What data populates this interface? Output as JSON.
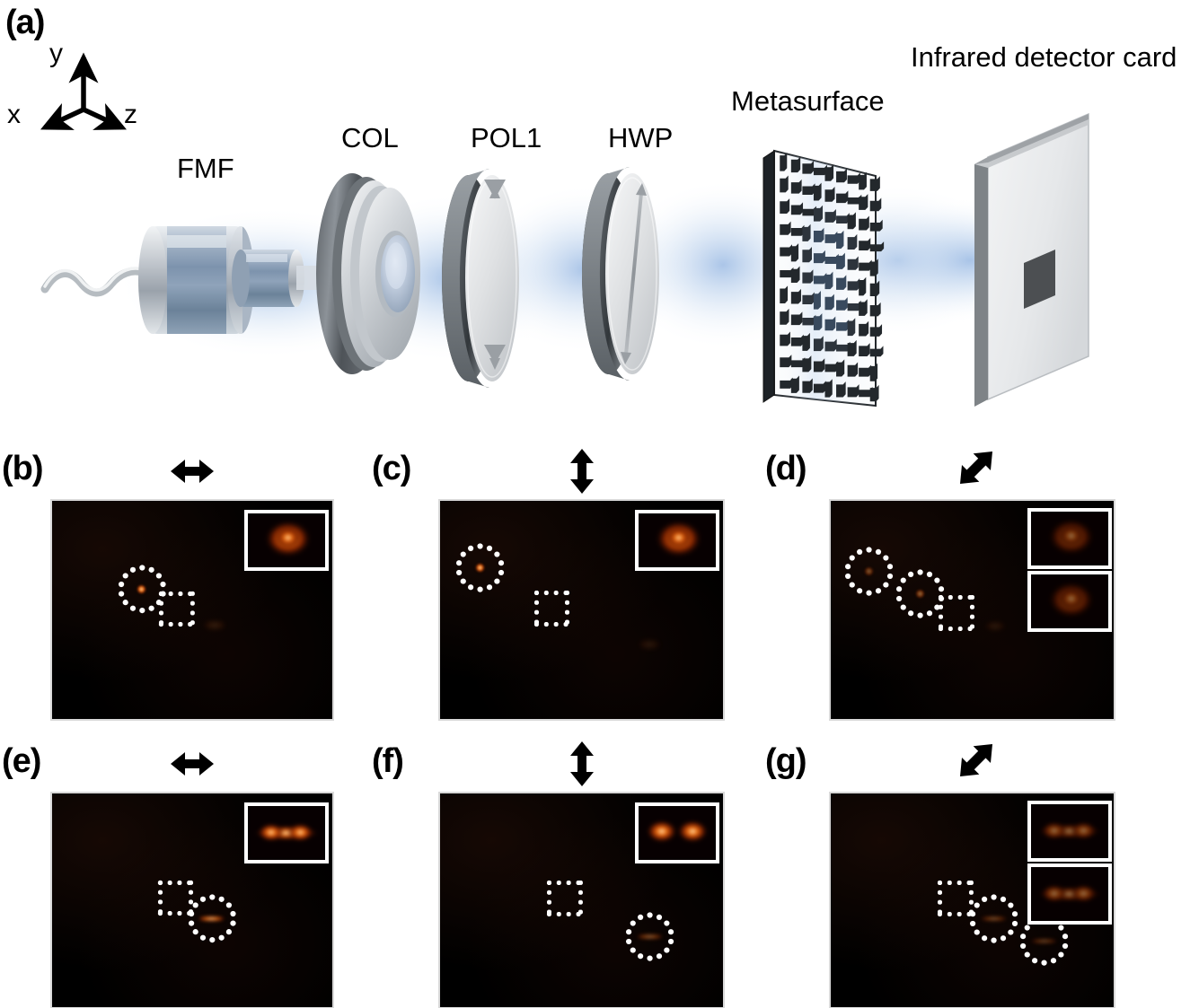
{
  "figure": {
    "type": "optical-setup-and-beam-profile-figure",
    "background": "#ffffff"
  },
  "panel_a": {
    "letter": "(a)",
    "axes": {
      "x_label": "x",
      "y_label": "y",
      "z_label": "z",
      "description": "3D coordinate triad, y up, x lower-left, z lower-right"
    },
    "components": [
      {
        "id": "fmf",
        "label": "FMF",
        "name": "few-mode-fiber"
      },
      {
        "id": "col",
        "label": "COL",
        "name": "collimator"
      },
      {
        "id": "pol1",
        "label": "POL1",
        "name": "polarizer"
      },
      {
        "id": "hwp",
        "label": "HWP",
        "name": "half-wave-plate"
      },
      {
        "id": "metasurface",
        "label": "Metasurface",
        "name": "metasurface"
      },
      {
        "id": "detector",
        "label": "Infrared detector card",
        "name": "infrared-detector-card"
      }
    ],
    "beam_color": "#bcd3ee"
  },
  "measurements": {
    "panels": [
      {
        "letter": "(b)",
        "polarization": "horizontal",
        "polarization_symbol": "↔",
        "insets": 1,
        "spots": [
          {
            "x_pct": 32.0,
            "y_pct": 40.5,
            "size": 9,
            "intensity": 1.0,
            "shape": "round"
          },
          {
            "x_pct": 58.0,
            "y_pct": 57.0,
            "size": 22,
            "intensity": 0.16,
            "shape": "oval"
          }
        ],
        "circles": [
          {
            "x_pct": 32.0,
            "y_pct": 40.5,
            "d_pct": 17.5
          }
        ],
        "squares": [
          {
            "x_pct": 44.5,
            "y_pct": 49.5,
            "d_pct": 14.5
          }
        ],
        "inset_pattern": "single-round-lobe"
      },
      {
        "letter": "(c)",
        "polarization": "vertical",
        "polarization_symbol": "↕",
        "insets": 1,
        "spots": [
          {
            "x_pct": 14.0,
            "y_pct": 30.5,
            "size": 9,
            "intensity": 1.0,
            "shape": "round"
          },
          {
            "x_pct": 74.0,
            "y_pct": 66.0,
            "size": 22,
            "intensity": 0.12,
            "shape": "oval"
          }
        ],
        "circles": [
          {
            "x_pct": 14.0,
            "y_pct": 30.5,
            "d_pct": 17.5
          }
        ],
        "squares": [
          {
            "x_pct": 39.5,
            "y_pct": 49.5,
            "d_pct": 14.5
          }
        ],
        "inset_pattern": "single-round-lobe"
      },
      {
        "letter": "(d)",
        "polarization": "diagonal",
        "polarization_symbol": "⤢",
        "insets": 2,
        "spots": [
          {
            "x_pct": 13.5,
            "y_pct": 32.5,
            "size": 9,
            "intensity": 0.42,
            "shape": "round"
          },
          {
            "x_pct": 31.5,
            "y_pct": 42.5,
            "size": 9,
            "intensity": 0.5,
            "shape": "round"
          },
          {
            "x_pct": 58.0,
            "y_pct": 57.5,
            "size": 20,
            "intensity": 0.12,
            "shape": "oval"
          }
        ],
        "circles": [
          {
            "x_pct": 13.5,
            "y_pct": 32.5,
            "d_pct": 17.5
          },
          {
            "x_pct": 31.5,
            "y_pct": 42.5,
            "d_pct": 17.5
          }
        ],
        "squares": [
          {
            "x_pct": 44.5,
            "y_pct": 51.5,
            "d_pct": 14.5
          }
        ],
        "inset_pattern": "single-round-lobe-dim"
      },
      {
        "letter": "(e)",
        "polarization": "horizontal",
        "polarization_symbol": "↔",
        "insets": 1,
        "spots": [
          {
            "x_pct": 57.0,
            "y_pct": 58.5,
            "size": 16,
            "intensity": 1.0,
            "shape": "bar-h"
          }
        ],
        "circles": [
          {
            "x_pct": 57.0,
            "y_pct": 58.5,
            "d_pct": 17.5
          }
        ],
        "squares": [
          {
            "x_pct": 44.0,
            "y_pct": 49.0,
            "d_pct": 14.5
          }
        ],
        "inset_pattern": "horizontal-two-lobe"
      },
      {
        "letter": "(f)",
        "polarization": "vertical",
        "polarization_symbol": "↕",
        "insets": 1,
        "spots": [
          {
            "x_pct": 74.0,
            "y_pct": 67.0,
            "size": 16,
            "intensity": 0.55,
            "shape": "bar-h"
          }
        ],
        "circles": [
          {
            "x_pct": 74.0,
            "y_pct": 67.0,
            "d_pct": 17.5
          }
        ],
        "squares": [
          {
            "x_pct": 44.0,
            "y_pct": 49.0,
            "d_pct": 14.5
          }
        ],
        "inset_pattern": "horizontal-two-lobe-split"
      },
      {
        "letter": "(g)",
        "polarization": "diagonal",
        "polarization_symbol": "⤢",
        "insets": 2,
        "spots": [
          {
            "x_pct": 57.5,
            "y_pct": 58.5,
            "size": 16,
            "intensity": 0.45,
            "shape": "bar-h"
          },
          {
            "x_pct": 75.5,
            "y_pct": 69.0,
            "size": 16,
            "intensity": 0.38,
            "shape": "bar-h"
          }
        ],
        "circles": [
          {
            "x_pct": 57.5,
            "y_pct": 58.5,
            "d_pct": 17.5
          },
          {
            "x_pct": 75.5,
            "y_pct": 69.0,
            "d_pct": 17.5
          }
        ],
        "squares": [
          {
            "x_pct": 44.0,
            "y_pct": 49.0,
            "d_pct": 14.5
          }
        ],
        "inset_pattern": "horizontal-two-lobe-dim"
      }
    ],
    "colors": {
      "background": "#000000",
      "spot_core": "#fff0c8",
      "spot_mid": "#f07010",
      "spot_outer": "#6a1200",
      "marker": "#ffffff",
      "inset_border": "#ffffff"
    }
  }
}
